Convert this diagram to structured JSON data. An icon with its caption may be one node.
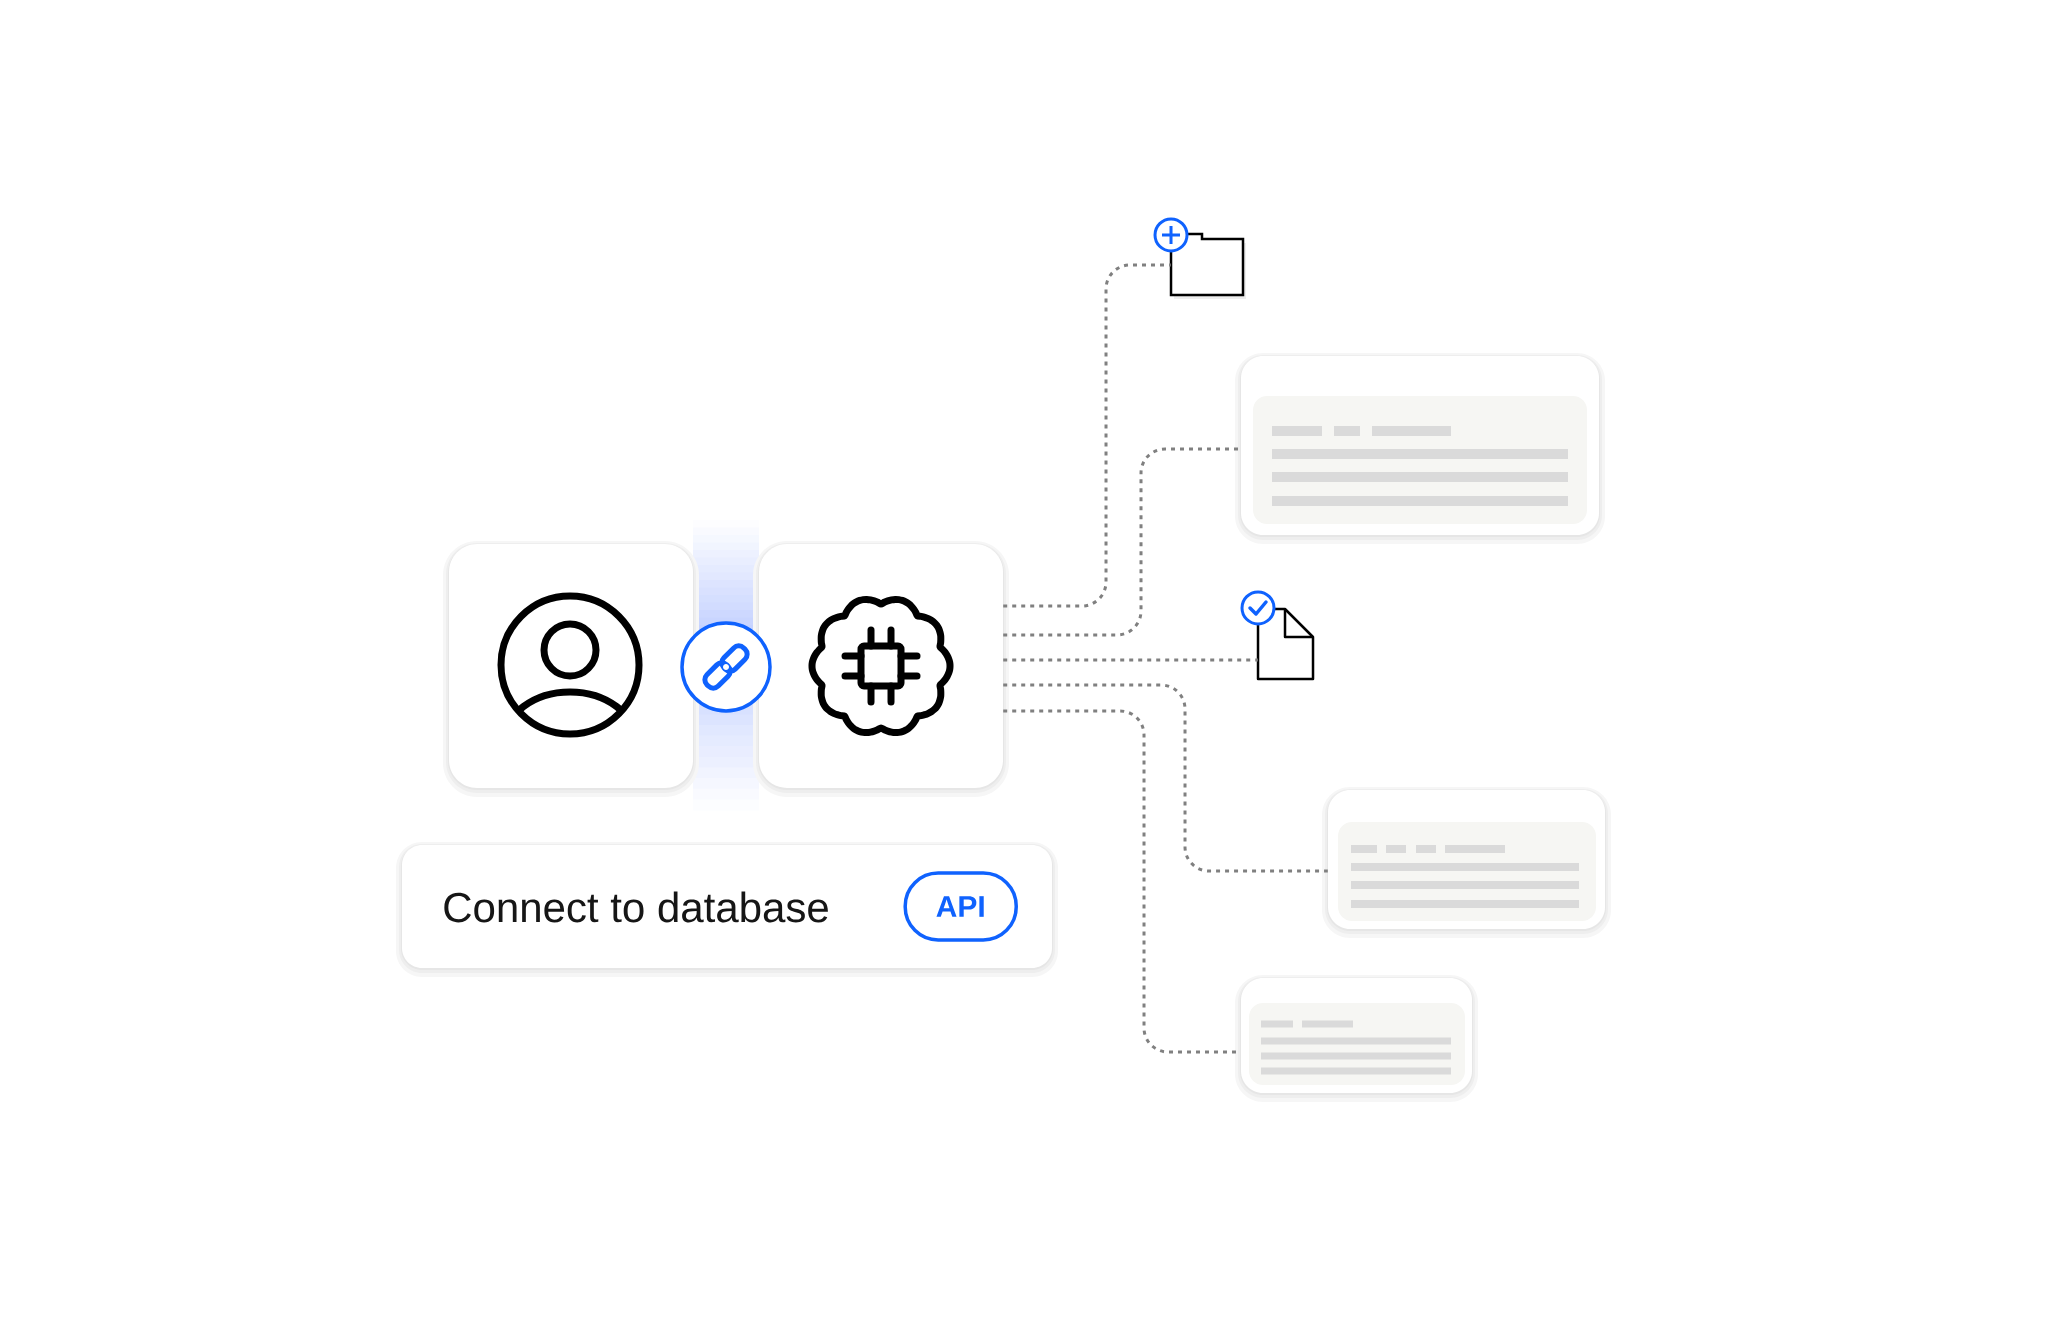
{
  "diagram": {
    "nodes": [
      {
        "text": [],
        "shape": "picture"
      },
      {
        "text": [],
        "shape": "picture"
      },
      {
        "text": [
          "Connect to database"
        ]
      },
      {
        "text": [
          "API"
        ],
        "in": 2
      },
      {
        "text": [],
        "shape": "folder"
      },
      {
        "text": [],
        "shape": "box"
      },
      {
        "text": [],
        "shape": "picture"
      },
      {
        "text": [],
        "shape": "box"
      },
      {
        "text": [],
        "shape": "box"
      }
    ],
    "edges": [
      {
        "from": 1,
        "to": 4,
        "arrow": "none",
        "style": "dashed"
      },
      {
        "from": 1,
        "to": 5,
        "arrow": "none",
        "style": "dashed"
      },
      {
        "from": 1,
        "to": 6,
        "arrow": "none",
        "style": "dashed"
      },
      {
        "from": 1,
        "to": 7,
        "arrow": "none",
        "style": "dashed"
      },
      {
        "from": 1,
        "to": 8,
        "arrow": "none",
        "style": "dashed"
      }
    ]
  }
}
